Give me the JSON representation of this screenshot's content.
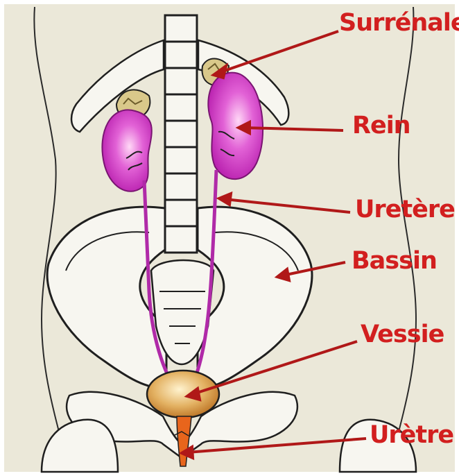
{
  "diagram": {
    "labels": {
      "surrenale": "Surrénale",
      "rein": "Rein",
      "uretere": "Uretère",
      "bassin": "Bassin",
      "vessie": "Vessie",
      "uretre": "Urètre"
    },
    "colors": {
      "label_text": "#d21f1f",
      "arrow": "#b01818",
      "background": "#ebe8d9",
      "kidney": "#d02bc4",
      "adrenal": "#d9c88a",
      "bladder": "#c9862e",
      "urethra": "#e8651c",
      "bone": "#f7f6f0",
      "outline": "#1f1f1f"
    }
  }
}
